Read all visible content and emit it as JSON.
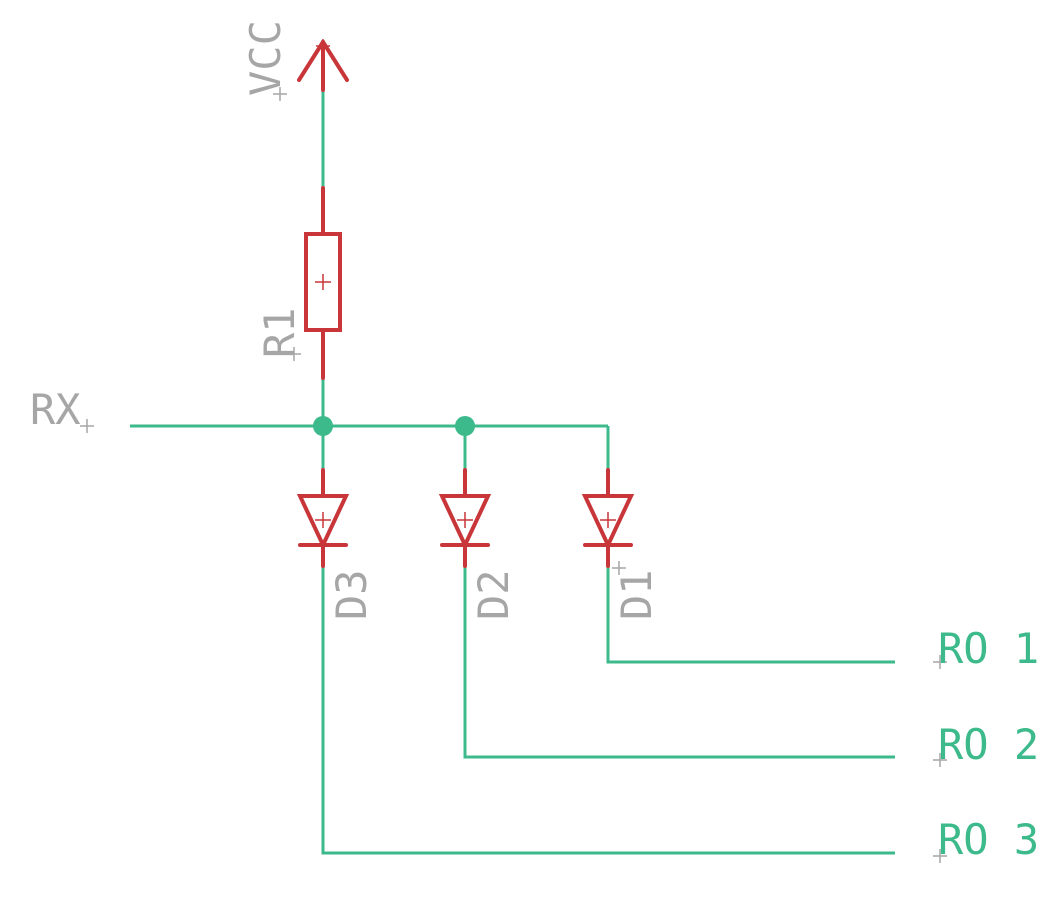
{
  "net_labels": {
    "vcc": "VCC",
    "rx": "RX",
    "ro1": "RO 1",
    "ro2": "RO 2",
    "ro3": "RO 3"
  },
  "part_names": {
    "r1": "R1",
    "d1": "D1",
    "d2": "D2",
    "d3": "D3"
  },
  "colors": {
    "wire": "#3dba8b",
    "symbol": "#c8363a",
    "label": "#a6a6a6"
  }
}
